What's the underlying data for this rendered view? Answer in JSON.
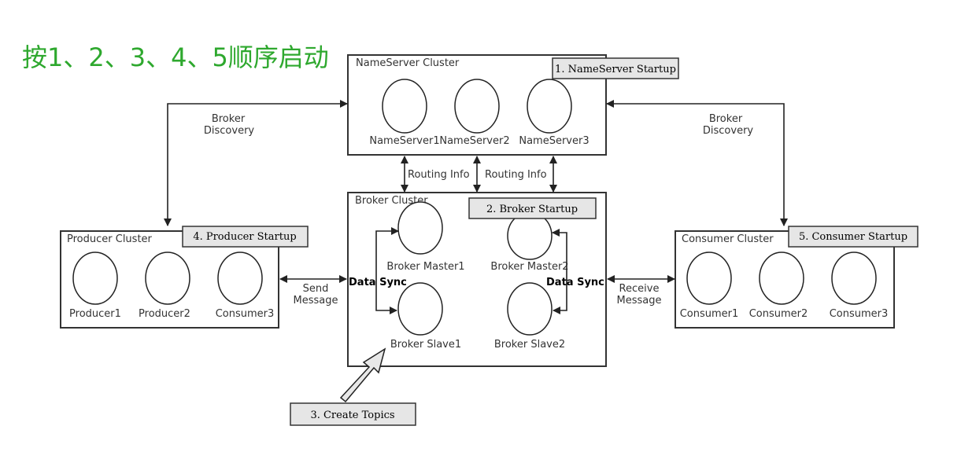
{
  "heading": "按1、2、3、4、5顺序启动",
  "nameserver": {
    "title": "NameServer Cluster",
    "step": "1. NameServer Startup",
    "nodes": [
      "NameServer1",
      "NameServer2",
      "NameServer3"
    ]
  },
  "broker": {
    "title": "Broker Cluster",
    "step": "2. Broker Startup",
    "nodes": [
      "Broker Master1",
      "Broker Master2",
      "Broker Slave1",
      "Broker Slave2"
    ],
    "sync_label": "Data Sync"
  },
  "producer": {
    "title": "Producer Cluster",
    "step": "4. Producer Startup",
    "nodes": [
      "Producer1",
      "Producer2",
      "Consumer3"
    ]
  },
  "consumer": {
    "title": "Consumer Cluster",
    "step": "5. Consumer Startup",
    "nodes": [
      "Consumer1",
      "Consumer2",
      "Consumer3"
    ]
  },
  "create_topics": "3. Create Topics",
  "edges": {
    "discovery_line1": "Broker",
    "discovery_line2": "Discovery",
    "routing_info": "Routing Info",
    "send_line1": "Send",
    "send_line2": "Message",
    "receive_line1": "Receive",
    "receive_line2": "Message"
  }
}
